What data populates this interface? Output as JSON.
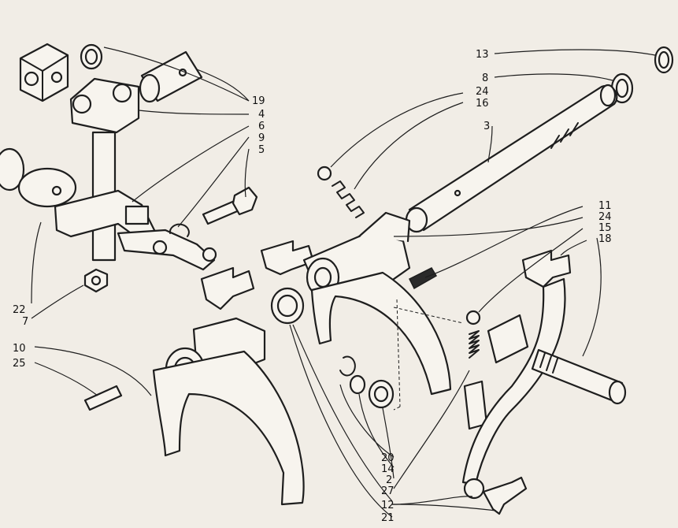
{
  "callouts": {
    "c13": "13",
    "c8": "8",
    "c24a": "24",
    "c16": "16",
    "c3": "3",
    "c19": "19",
    "c4": "4",
    "c6": "6",
    "c9": "9",
    "c5": "5",
    "c11": "11",
    "c24b": "24",
    "c15": "15",
    "c18": "18",
    "c22": "22",
    "c7": "7",
    "c10": "10",
    "c25": "25",
    "c20": "20",
    "c14": "14",
    "c2": "2",
    "c27": "27",
    "c12": "12",
    "c21": "21"
  }
}
